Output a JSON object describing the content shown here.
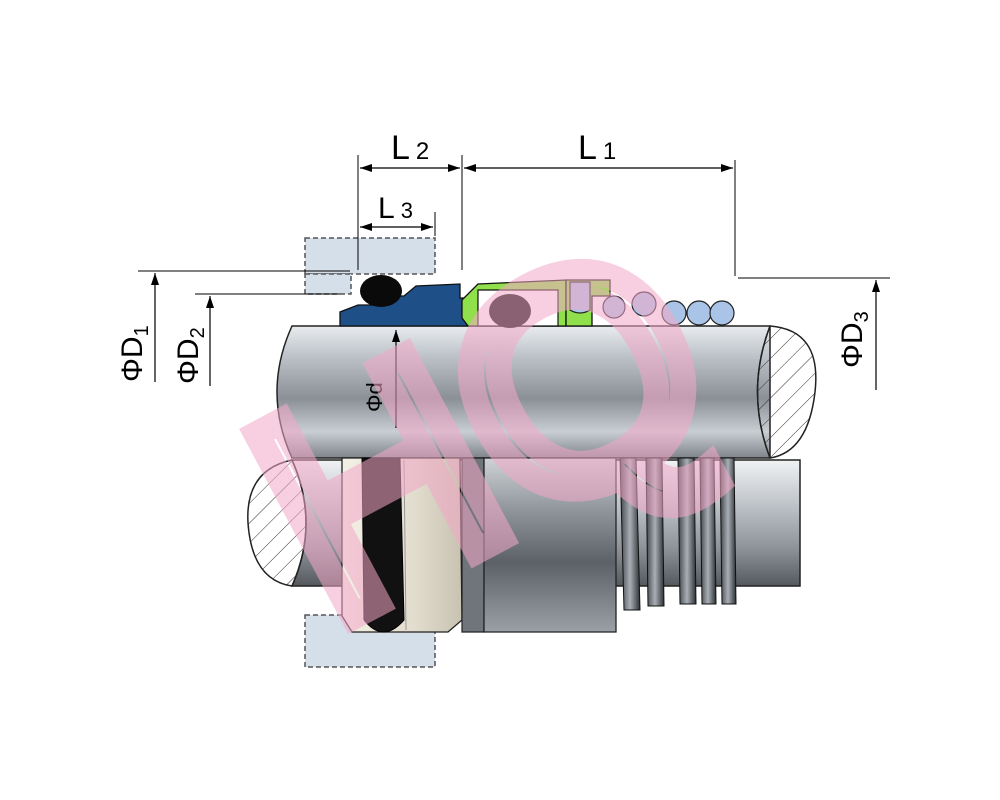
{
  "dimensions": {
    "l1": {
      "main": "L",
      "sub": "1"
    },
    "l2": {
      "main": "L",
      "sub": "2"
    },
    "l3": {
      "main": "L",
      "sub": "3"
    },
    "d1": {
      "main": "ΦD",
      "sub": "1"
    },
    "d2": {
      "main": "ΦD",
      "sub": "2"
    },
    "d3": {
      "main": "ΦD",
      "sub": "3"
    },
    "d": {
      "main": "Φd"
    }
  },
  "watermark": "HQ",
  "colors": {
    "seat": "#1f4f87",
    "retainer": "#8fe04a",
    "oring": "#0a0a0a",
    "spring": "#a9c4e6",
    "gland": "#d4dfea",
    "watermark": "#f4a8c8"
  }
}
